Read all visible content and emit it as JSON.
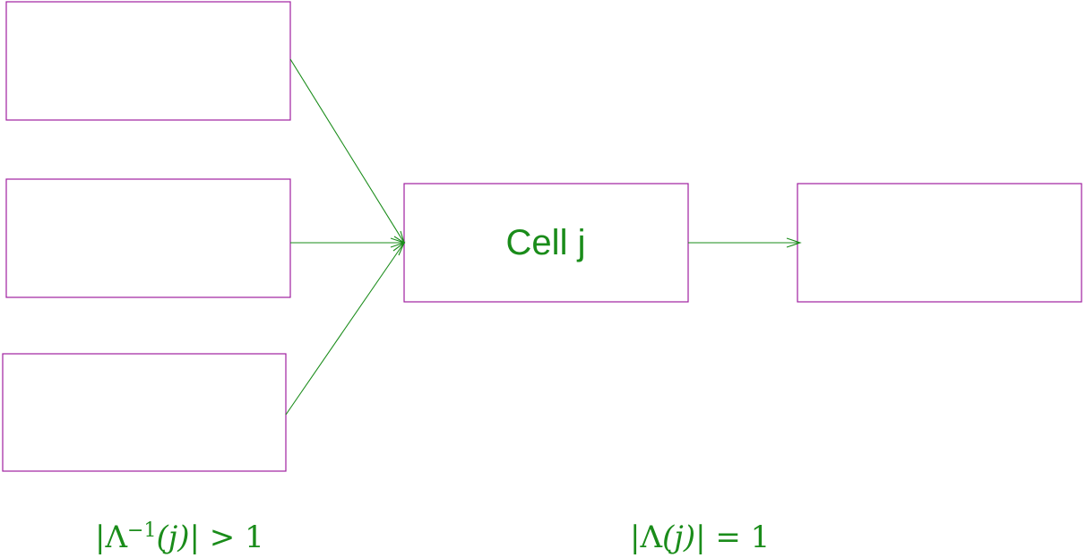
{
  "diagram": {
    "center_cell_label": "Cell j",
    "formula_left": {
      "open": "|Λ",
      "exponent": "−1",
      "arg": "(j)",
      "close": "| > 1"
    },
    "formula_right": {
      "open": "|Λ",
      "arg": "(j)",
      "close": "| = 1"
    },
    "colors": {
      "box_stroke": "#a020a0",
      "edge_and_text": "#1a8c1a"
    }
  }
}
